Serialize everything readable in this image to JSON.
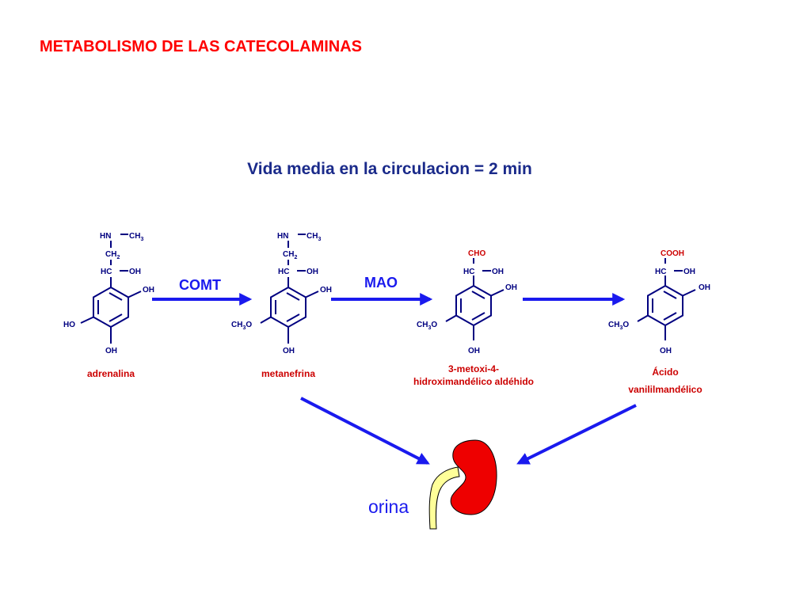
{
  "title": "METABOLISMO DE LAS CATECOLAMINAS",
  "subtitle": "Vida media en la circulacion = 2 min",
  "colors": {
    "title": "#ff0000",
    "blue": "#1a1aee",
    "dark": "#000080",
    "molecule_label": "#cc0000",
    "kidney": "#ee0000",
    "ureter": "#ffff99"
  },
  "enzymes": {
    "comt": "COMT",
    "mao": "MAO"
  },
  "atoms": {
    "hn": "HN",
    "ch3": "CH",
    "sub3": "3",
    "ch2": "CH",
    "sub2": "2",
    "hc": "HC",
    "oh": "OH",
    "ho": "HO",
    "cho": "CHO",
    "cooh": "COOH",
    "ch3o": "CH",
    "ch3o_sub": "3",
    "ch3o_o": "O"
  },
  "molecules": {
    "adrenalina": "adrenalina",
    "metanefrina": "metanefrina",
    "aldehido_line1": "3-metoxi-4-",
    "aldehido_line2": "hidroximandélico aldéhido",
    "acido_line1": "Ácido",
    "acido_line2": "vanililmandélico"
  },
  "destination": "orina",
  "icons": [
    "reaction-arrow",
    "kidney-icon"
  ]
}
